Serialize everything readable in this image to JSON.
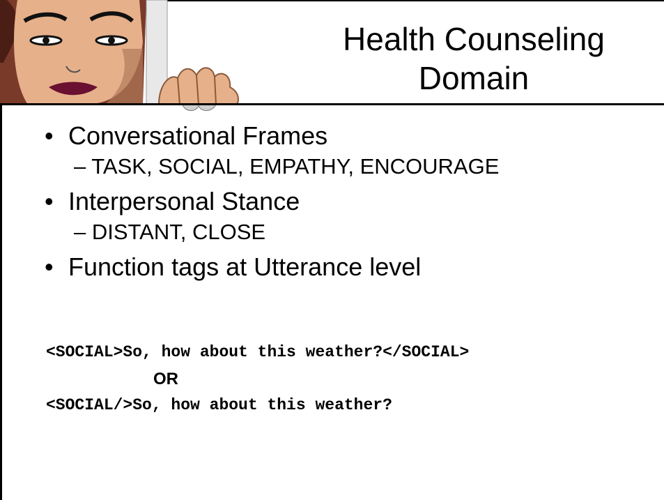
{
  "slide": {
    "title_line1": "Health Counseling",
    "title_line2": "Domain",
    "bullets": [
      {
        "text": "Conversational Frames",
        "sub": "– TASK, SOCIAL, EMPATHY, ENCOURAGE"
      },
      {
        "text": "Interpersonal Stance",
        "sub": "– DISTANT, CLOSE"
      },
      {
        "text": "Function tags at Utterance level"
      }
    ],
    "bullet_glyph": "•",
    "code_line1": "<SOCIAL>So, how about this weather?</SOCIAL>",
    "or_text": "OR",
    "code_line2": "<SOCIAL/>So, how about this weather?"
  },
  "illustration": {
    "icon": "agent-face-illustration"
  }
}
